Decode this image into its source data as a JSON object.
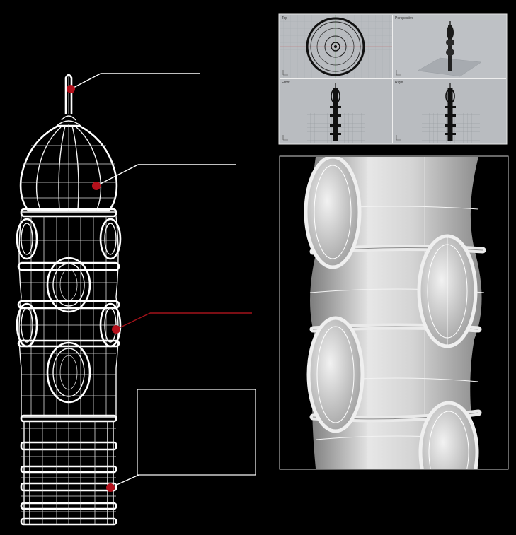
{
  "colors": {
    "background": "#000000",
    "wireframe": "#f4f4f4",
    "marker": "#b3101b",
    "leader_white": "#ffffff",
    "leader_red": "#a3121a",
    "viewport_bg": "#b9bcc0",
    "viewport_grid": "#9ea2a6",
    "render_surface": "#c8c8c8"
  },
  "callouts": [
    {
      "name": "spire-tip-callout",
      "marker": "red-dot",
      "leader_color": "white"
    },
    {
      "name": "dome-callout",
      "marker": "red-dot",
      "leader_color": "white"
    },
    {
      "name": "pod-ring-callout",
      "marker": "red-dot",
      "leader_color": "red"
    },
    {
      "name": "base-rings-callout",
      "marker": "red-dot",
      "leader_color": "white",
      "label_box": "empty outlined box"
    }
  ],
  "viewports": {
    "top_left": {
      "label": "Top",
      "icon": "axis-icon"
    },
    "top_right": {
      "label": "Perspective",
      "icon": "axis-icon"
    },
    "bottom_left": {
      "label": "Front",
      "icon": "axis-icon"
    },
    "bottom_right": {
      "label": "Right",
      "icon": "axis-icon"
    }
  },
  "render_panel": {
    "subject": "close-up surface render of tower pods"
  }
}
